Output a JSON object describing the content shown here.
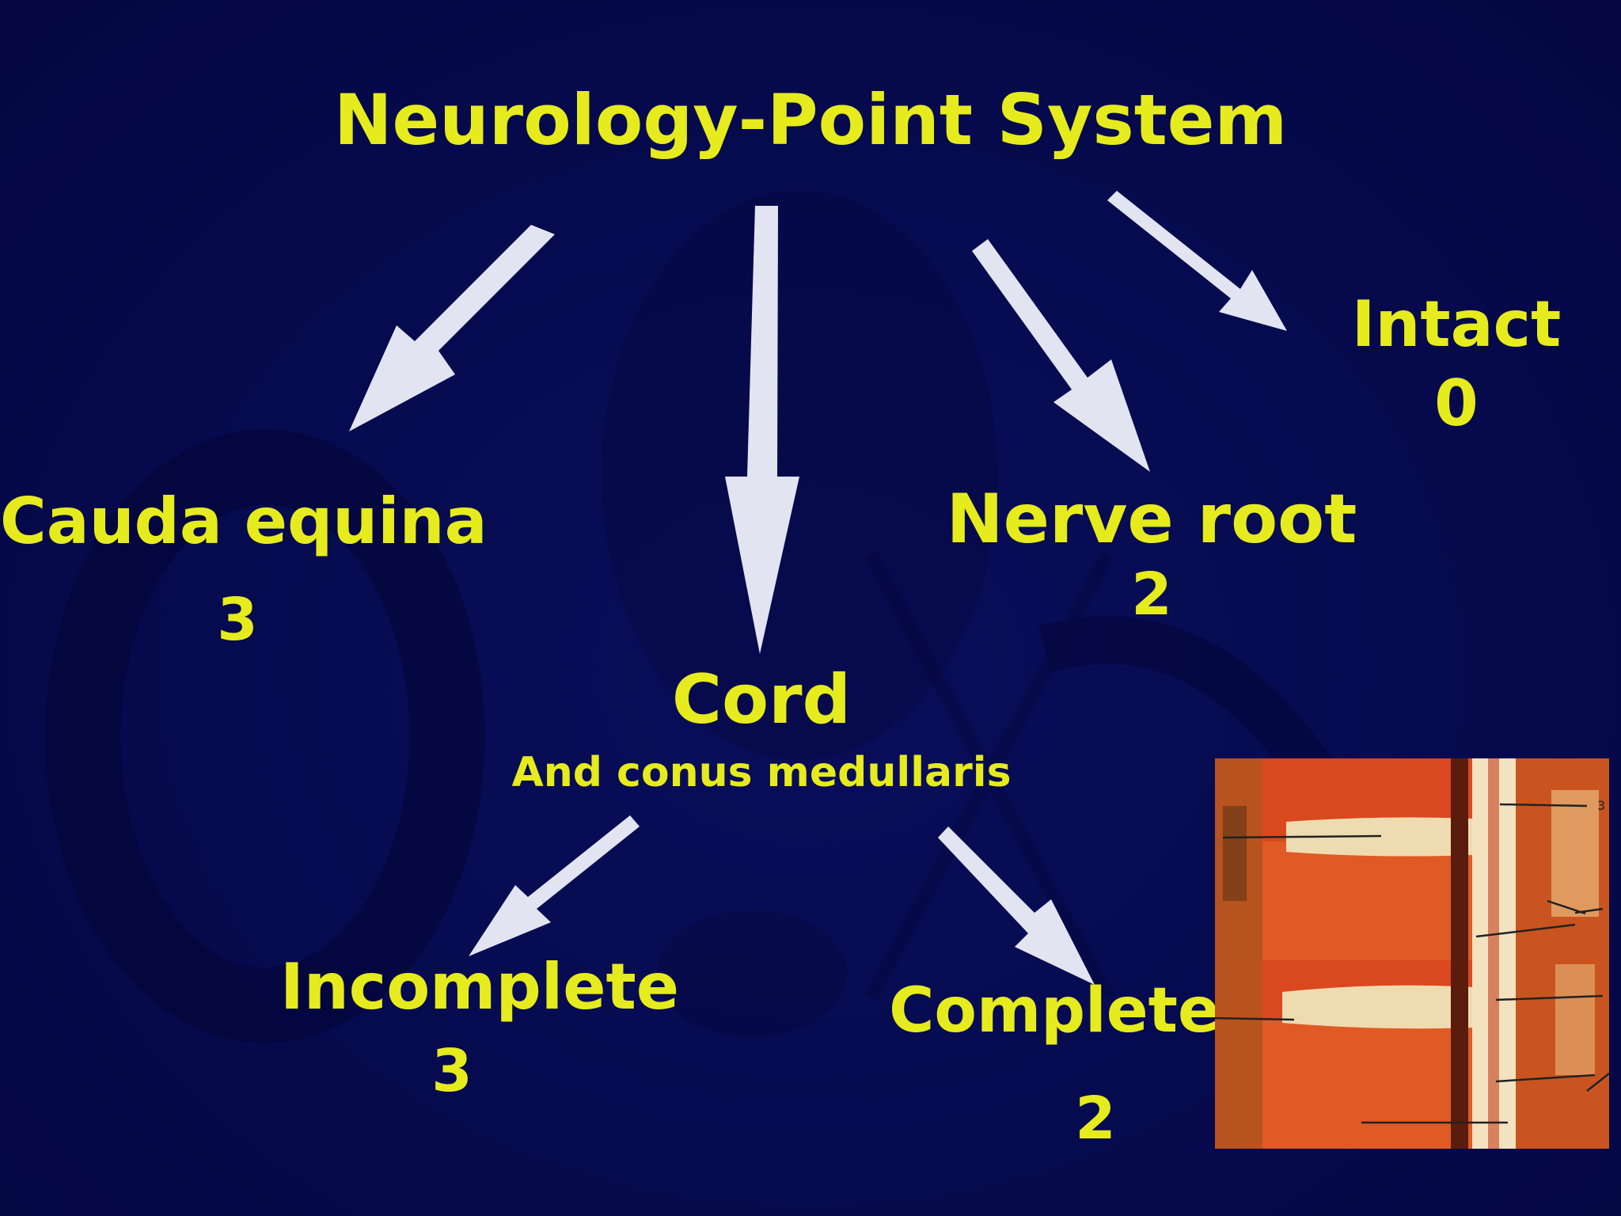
{
  "title": "Neurology-Point System",
  "nodes": {
    "intact": {
      "label": "Intact",
      "points": "0"
    },
    "cauda_equina": {
      "label": "Cauda equina",
      "points": "3"
    },
    "nerve_root": {
      "label": "Nerve root",
      "points": "2"
    },
    "cord": {
      "label": "Cord",
      "sublabel": "And conus medullaris"
    },
    "incomplete": {
      "label": "Incomplete",
      "points": "3"
    },
    "complete": {
      "label": "Complete",
      "points": "2"
    }
  },
  "photo_label_fragment": "3",
  "colors": {
    "background": "#050848",
    "text": "#e6eb1e",
    "arrow": "#e3e4f2"
  }
}
